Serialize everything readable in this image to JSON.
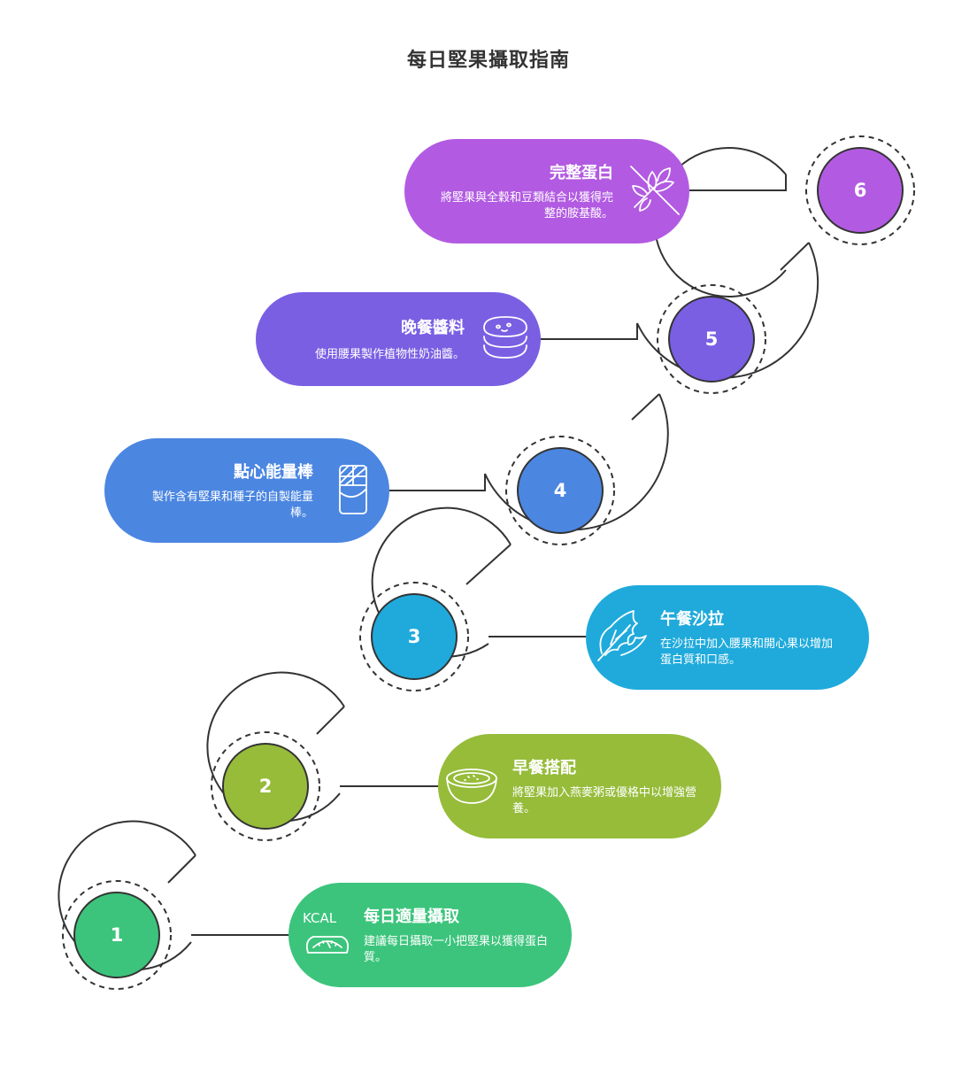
{
  "title": "每日堅果攝取指南",
  "steps": [
    {
      "number": "1",
      "title": "每日適量攝取",
      "desc": "建議每日攝取一小把堅果以獲得蛋白質。",
      "color": "#3cc47c",
      "icon": "kcal-scale-icon",
      "icon_label": "KCAL"
    },
    {
      "number": "2",
      "title": "早餐搭配",
      "desc": "將堅果加入燕麥粥或優格中以增強營養。",
      "color": "#96bc3a",
      "icon": "bowl-icon"
    },
    {
      "number": "3",
      "title": "午餐沙拉",
      "desc": "在沙拉中加入腰果和開心果以增加蛋白質和口感。",
      "color": "#1faadb",
      "icon": "leaf-icon"
    },
    {
      "number": "4",
      "title": "點心能量棒",
      "desc": "製作含有堅果和種子的自製能量棒。",
      "color": "#4b86e1",
      "icon": "energy-bar-icon"
    },
    {
      "number": "5",
      "title": "晚餐醬料",
      "desc": "使用腰果製作植物性奶油醬。",
      "color": "#7a5fe3",
      "icon": "cushion-icon"
    },
    {
      "number": "6",
      "title": "完整蛋白",
      "desc": "將堅果與全穀和豆類結合以獲得完整的胺基酸。",
      "color": "#b25be2",
      "icon": "no-grain-icon"
    }
  ]
}
